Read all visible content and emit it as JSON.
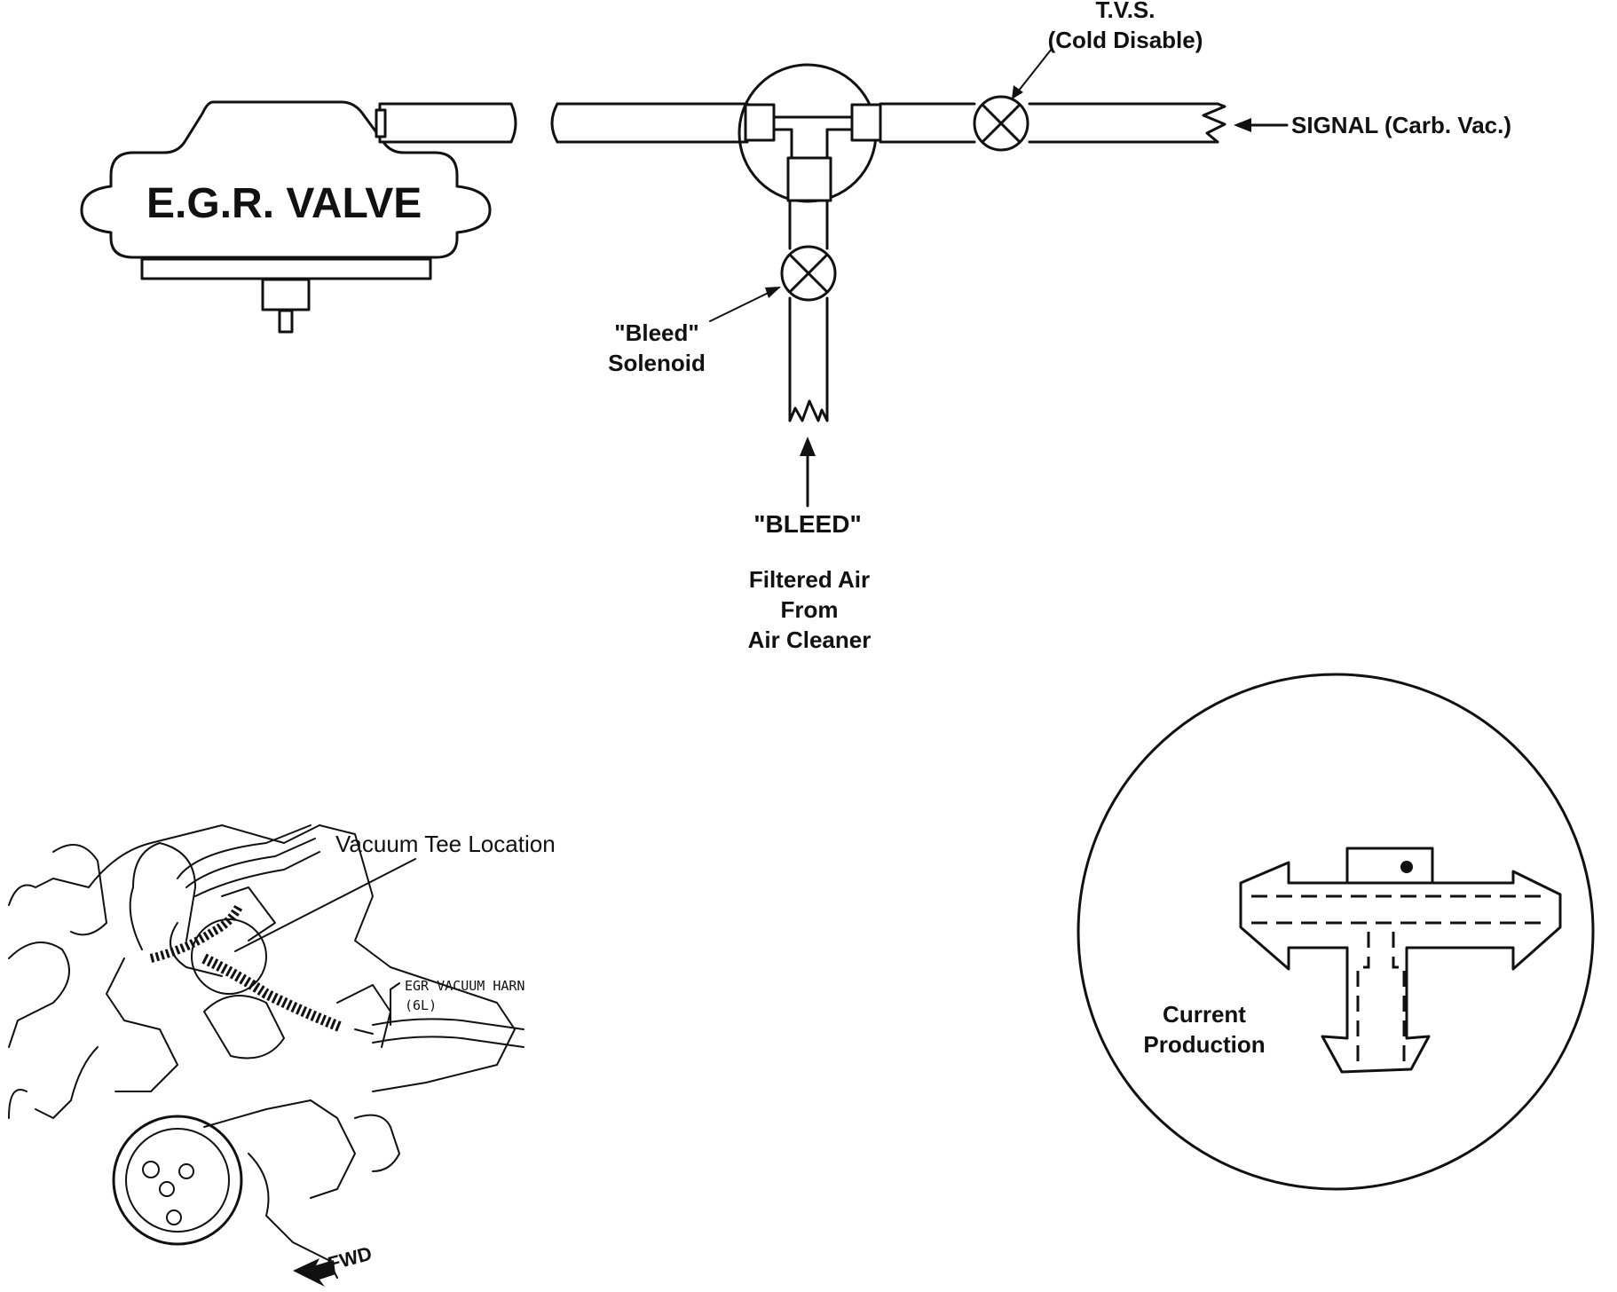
{
  "schematic": {
    "egr_valve_label": "E.G.R. VALVE",
    "tvs_title": "T.V.S.",
    "tvs_subtitle": "(Cold Disable)",
    "signal_label": "SIGNAL (Carb. Vac.)",
    "bleed_solenoid_line1": "\"Bleed\"",
    "bleed_solenoid_line2": "Solenoid",
    "bleed_label": "\"BLEED\"",
    "filtered_air_line1": "Filtered Air",
    "filtered_air_line2": "From",
    "filtered_air_line3": "Air Cleaner"
  },
  "engine_view": {
    "vacuum_tee_label": "Vacuum Tee Location",
    "harness_label_line1": "EGR VACUUM HARN",
    "harness_label_line2": "(6L)",
    "fwd_label": "FWD"
  },
  "detail_view": {
    "label_line1": "Current",
    "label_line2": "Production"
  }
}
